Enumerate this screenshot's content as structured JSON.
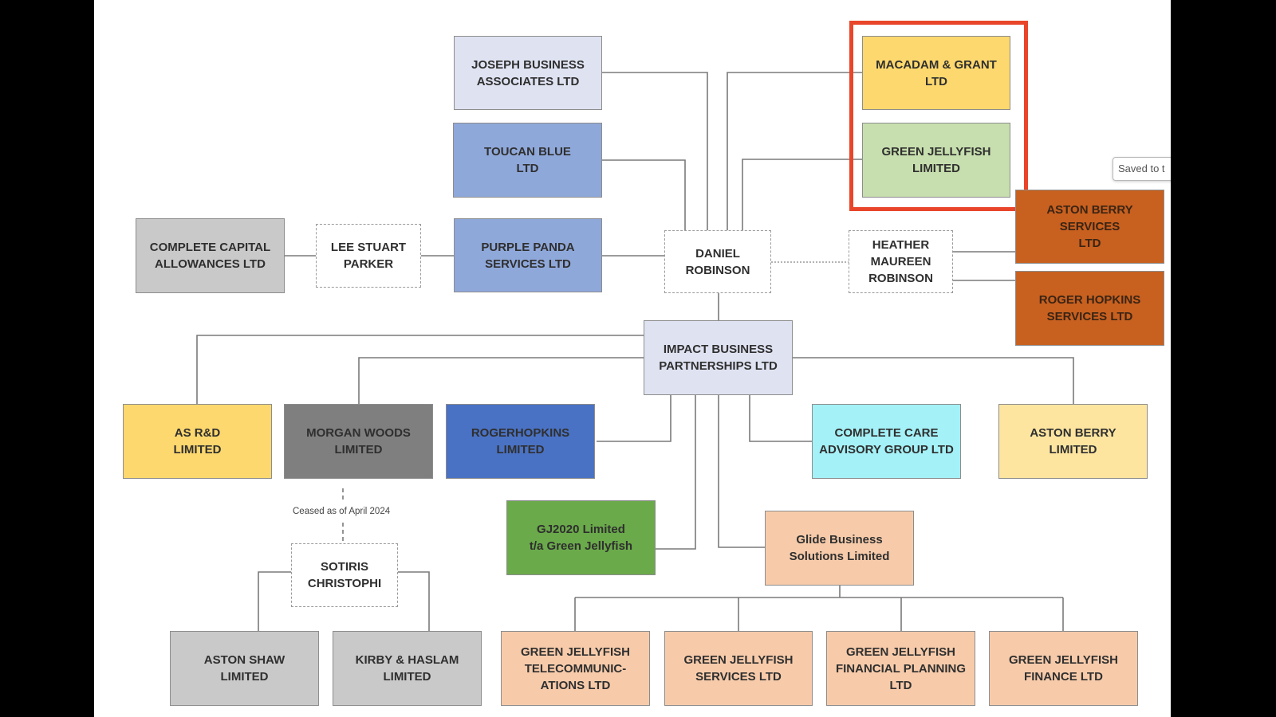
{
  "diagram": {
    "nodes": {
      "joseph": {
        "label": "JOSEPH BUSINESS\nASSOCIATES LTD",
        "fill": "#dfe2f1"
      },
      "toucan": {
        "label": "TOUCAN BLUE\nLTD",
        "fill": "#8fa8da"
      },
      "purple_panda": {
        "label": "PURPLE PANDA\nSERVICES LTD",
        "fill": "#8fa8da"
      },
      "complete_capital": {
        "label": "COMPLETE CAPITAL\nALLOWANCES LTD",
        "fill": "#c9c9c9"
      },
      "lee_stuart": {
        "label": "LEE STUART\nPARKER",
        "fill": "#ffffff"
      },
      "daniel": {
        "label": "DANIEL\nROBINSON",
        "fill": "#ffffff"
      },
      "heather": {
        "label": "HEATHER\nMAUREEN\nROBINSON",
        "fill": "#ffffff"
      },
      "macadam": {
        "label": "MACADAM & GRANT\nLTD",
        "fill": "#fdd86e"
      },
      "green_jellyfish_ltd": {
        "label": "GREEN JELLYFISH\nLIMITED",
        "fill": "#c7dfae"
      },
      "aston_berry_services": {
        "label": "ASTON BERRY SERVICES\nLTD",
        "fill": "#c8601f"
      },
      "roger_hopkins_services": {
        "label": "ROGER HOPKINS\nSERVICES LTD",
        "fill": "#c8601f"
      },
      "impact": {
        "label": "IMPACT BUSINESS\nPARTNERSHIPS LTD",
        "fill": "#dfe2f1"
      },
      "as_rd": {
        "label": "AS R&D\nLIMITED",
        "fill": "#fdd86e"
      },
      "morgan_woods": {
        "label": "MORGAN WOODS\nLIMITED",
        "fill": "#7f7f7f"
      },
      "rogerhopkins": {
        "label": "ROGERHOPKINS\nLIMITED",
        "fill": "#4a72c4"
      },
      "complete_care": {
        "label": "COMPLETE CARE\nADVISORY GROUP LTD",
        "fill": "#a4f1f7"
      },
      "aston_berry": {
        "label": "ASTON BERRY LIMITED",
        "fill": "#fde5a0"
      },
      "gj2020": {
        "label": "GJ2020 Limited\nt/a Green Jellyfish",
        "fill": "#6aaa4a"
      },
      "glide": {
        "label": "Glide Business\nSolutions Limited",
        "fill": "#f7cbaa"
      },
      "sotiris": {
        "label": "SOTIRIS\nCHRISTOPHI",
        "fill": "#ffffff"
      },
      "aston_shaw": {
        "label": "ASTON SHAW\nLIMITED",
        "fill": "#c9c9c9"
      },
      "kirby": {
        "label": "KIRBY & HASLAM\nLIMITED",
        "fill": "#c9c9c9"
      },
      "gj_telecom": {
        "label": "GREEN JELLYFISH\nTELECOMMUNIC-\nATIONS LTD",
        "fill": "#f7cbaa"
      },
      "gj_services": {
        "label": "GREEN JELLYFISH\nSERVICES LTD",
        "fill": "#f7cbaa"
      },
      "gj_financial": {
        "label": "GREEN JELLYFISH\nFINANCIAL PLANNING\nLTD",
        "fill": "#f7cbaa"
      },
      "gj_finance": {
        "label": "GREEN JELLYFISH\nFINANCE LTD",
        "fill": "#f7cbaa"
      }
    },
    "annotation": "Ceased as of April 2024",
    "highlight_color": "#e8452a",
    "toast": "Saved to t"
  }
}
